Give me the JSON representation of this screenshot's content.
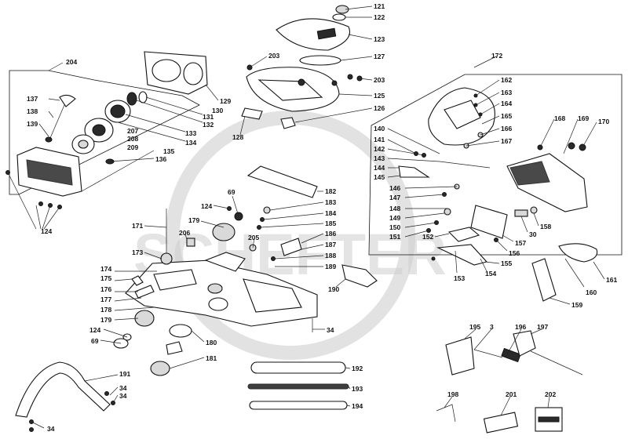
{
  "watermark": {
    "brand": "SCHEFTER"
  },
  "labels": {
    "l3": "3",
    "l30": "30",
    "l34": "34",
    "l69": "69",
    "l121": "121",
    "l122": "122",
    "l123": "123",
    "l124": "124",
    "l125": "125",
    "l126": "126",
    "l127": "127",
    "l128": "128",
    "l129": "129",
    "l130": "130",
    "l131": "131",
    "l132": "132",
    "l133": "133",
    "l134": "134",
    "l135": "135",
    "l136": "136",
    "l137": "137",
    "l138": "138",
    "l139": "139",
    "l140": "140",
    "l141": "141",
    "l142": "142",
    "l143": "143",
    "l144": "144",
    "l145": "145",
    "l146": "146",
    "l147": "147",
    "l148": "148",
    "l149": "149",
    "l150": "150",
    "l151": "151",
    "l152": "152",
    "l153": "153",
    "l154": "154",
    "l155": "155",
    "l156": "156",
    "l157": "157",
    "l158": "158",
    "l159": "159",
    "l160": "160",
    "l161": "161",
    "l162": "162",
    "l163": "163",
    "l164": "164",
    "l165": "165",
    "l166": "166",
    "l167": "167",
    "l168": "168",
    "l169": "169",
    "l170": "170",
    "l171": "171",
    "l172": "172",
    "l173": "173",
    "l174": "174",
    "l175": "175",
    "l176": "176",
    "l177": "177",
    "l178": "178",
    "l179": "179",
    "l180": "180",
    "l181": "181",
    "l182": "182",
    "l183": "183",
    "l184": "184",
    "l185": "185",
    "l186": "186",
    "l187": "187",
    "l188": "188",
    "l189": "189",
    "l190": "190",
    "l191": "191",
    "l192": "192",
    "l193": "193",
    "l194": "194",
    "l195": "195",
    "l196": "196",
    "l197": "197",
    "l198": "198",
    "l201": "201",
    "l202": "202",
    "l203": "203",
    "l204": "204",
    "l205": "205",
    "l206": "206",
    "l207": "207",
    "l208": "208",
    "l209": "209"
  }
}
